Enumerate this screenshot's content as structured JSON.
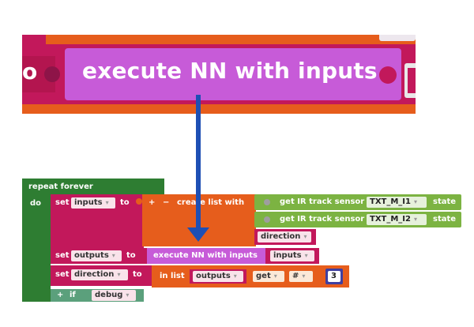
{
  "zoom": {
    "label": "execute NN with inputs",
    "letter": "o"
  },
  "program": {
    "repeat_label": "repeat forever",
    "do_label": "do",
    "set1": {
      "set": "set",
      "var": "inputs",
      "to": "to"
    },
    "create_list": {
      "plus": "+",
      "minus": "−",
      "label": "create list with"
    },
    "sensor1": {
      "label": "get IR track sensor",
      "name": "TXT_M_I1",
      "state": "state"
    },
    "sensor2": {
      "label": "get IR track sensor",
      "name": "TXT_M_I2",
      "state": "state"
    },
    "direction_item": "direction",
    "set2": {
      "set": "set",
      "var": "outputs",
      "to": "to",
      "exec": "execute NN with inputs",
      "arg": "inputs"
    },
    "set3": {
      "set": "set",
      "var": "direction",
      "to": "to",
      "in_list": "in list",
      "list": "outputs",
      "op": "get",
      "idx": "#",
      "num": "3"
    },
    "if_row": {
      "plus": "+",
      "if": "if",
      "cond": "debug"
    }
  },
  "colors": {
    "loop_green": "#2e7d32",
    "variable_crimson": "#c2185b",
    "list_orange": "#e65d1c",
    "sensor_lime": "#7cb342",
    "nn_purple": "#c75bd8",
    "arrow_blue": "#1e4fb4"
  }
}
